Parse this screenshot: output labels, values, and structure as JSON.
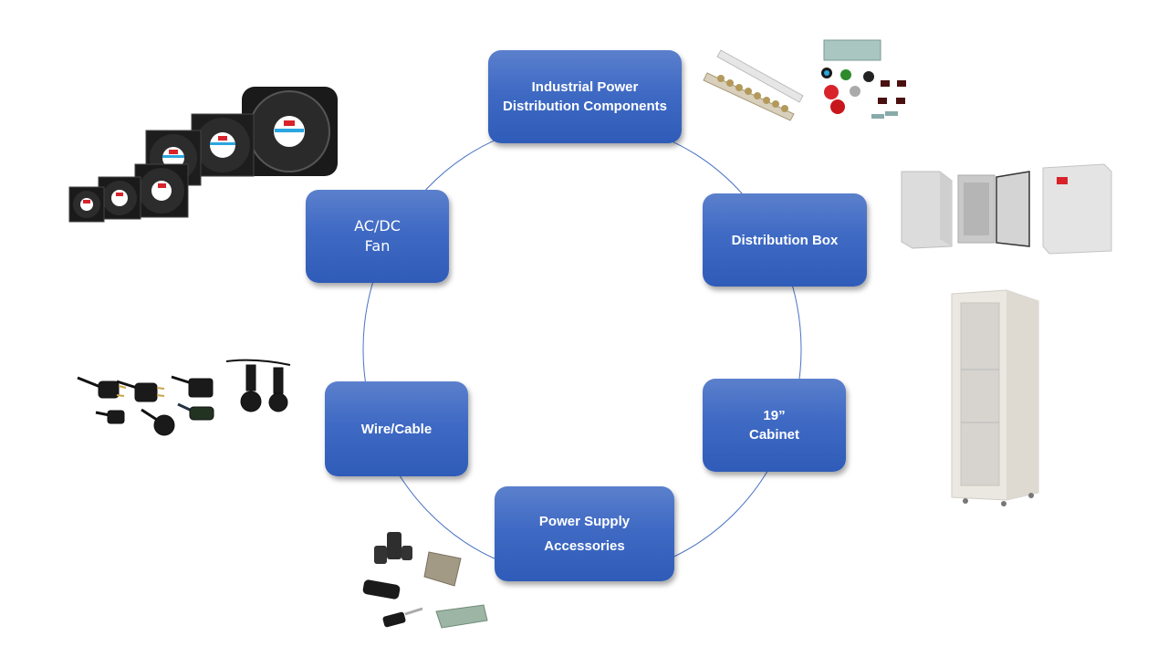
{
  "diagram": {
    "type": "cycle",
    "accent_color": "#3f6ac4",
    "connector_color": "#4a72c4",
    "nodes": [
      {
        "id": "industrial-power",
        "label": "Industrial Power\nDistribution Components",
        "image": "terminal-blocks-and-switches-icon"
      },
      {
        "id": "distribution-box",
        "label": "Distribution Box",
        "image": "enclosure-boxes-icon"
      },
      {
        "id": "cabinet",
        "label": "19”\nCabinet",
        "image": "server-rack-cabinet-icon"
      },
      {
        "id": "power-supply-accessories",
        "label": "Power Supply\nAccessories",
        "image": "ferrite-and-din-rail-icon"
      },
      {
        "id": "wire-cable",
        "label": "Wire/Cable",
        "image": "power-cords-icon"
      },
      {
        "id": "acdc-fan",
        "label": "AC/DC\nFan",
        "image": "cooling-fans-icon"
      }
    ]
  }
}
